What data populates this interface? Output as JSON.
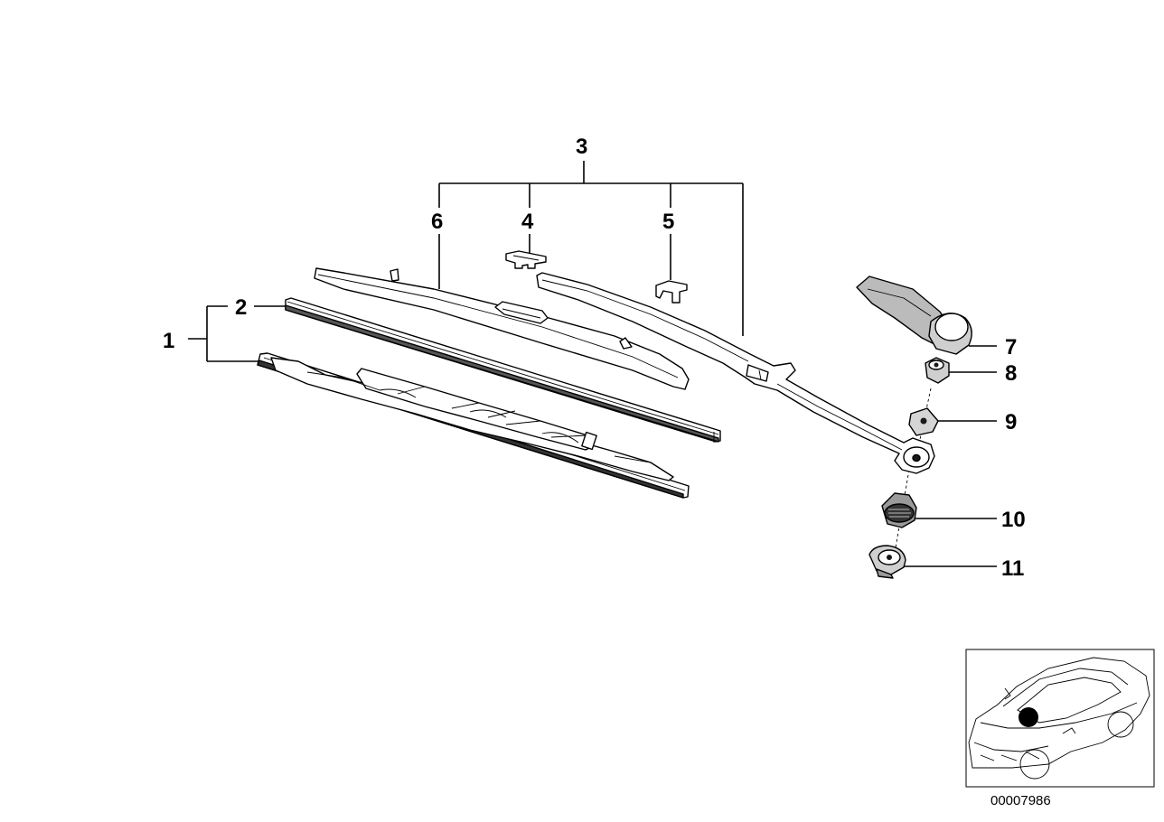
{
  "callouts": {
    "c1": "1",
    "c2": "2",
    "c3": "3",
    "c4": "4",
    "c5": "5",
    "c6": "6",
    "c7": "7",
    "c8": "8",
    "c9": "9",
    "c10": "10",
    "c11": "11"
  },
  "reference_number": "00007986",
  "colors": {
    "line": "#000000",
    "part_fill": "#ffffff",
    "shade": "#7a7a7a",
    "dark": "#1a1a1a"
  },
  "icons": [
    "wiper-blade-icon",
    "wiper-rubber-icon",
    "wiper-arm-icon",
    "car-locator-icon"
  ]
}
